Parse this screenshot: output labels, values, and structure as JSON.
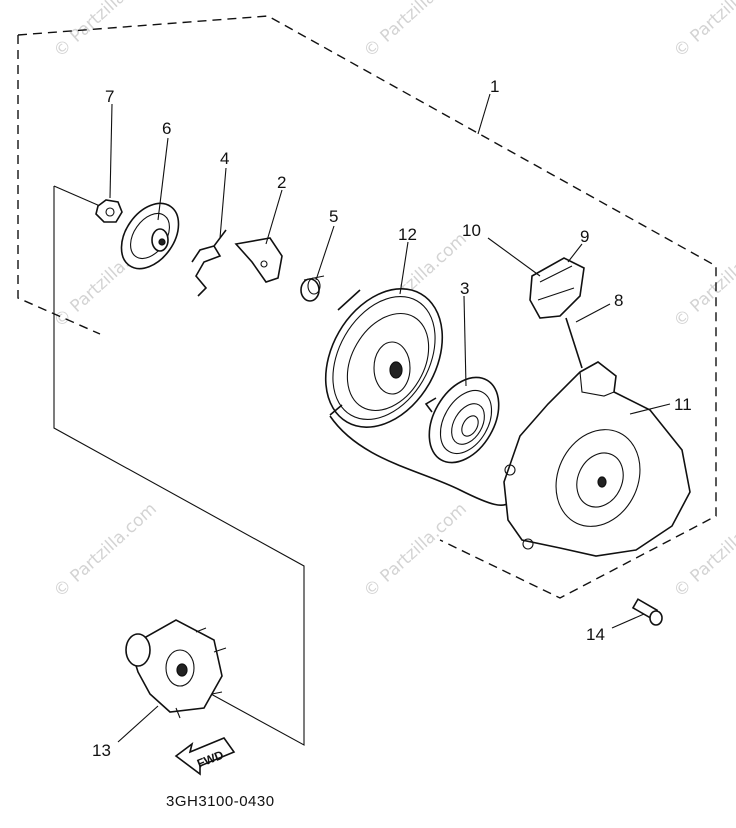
{
  "diagram": {
    "code": "3GH3100-0430",
    "watermark": "© Partzilla.com",
    "fwd_label": "FWD",
    "callouts": {
      "c1": "1",
      "c2": "2",
      "c3": "3",
      "c4": "4",
      "c5": "5",
      "c6": "6",
      "c7": "7",
      "c8": "8",
      "c9": "9",
      "c10": "10",
      "c11": "11",
      "c12": "12",
      "c13": "13",
      "c14": "14"
    },
    "colors": {
      "ink": "#111111",
      "watermark": "#d3d3d3",
      "background": "#ffffff"
    }
  }
}
